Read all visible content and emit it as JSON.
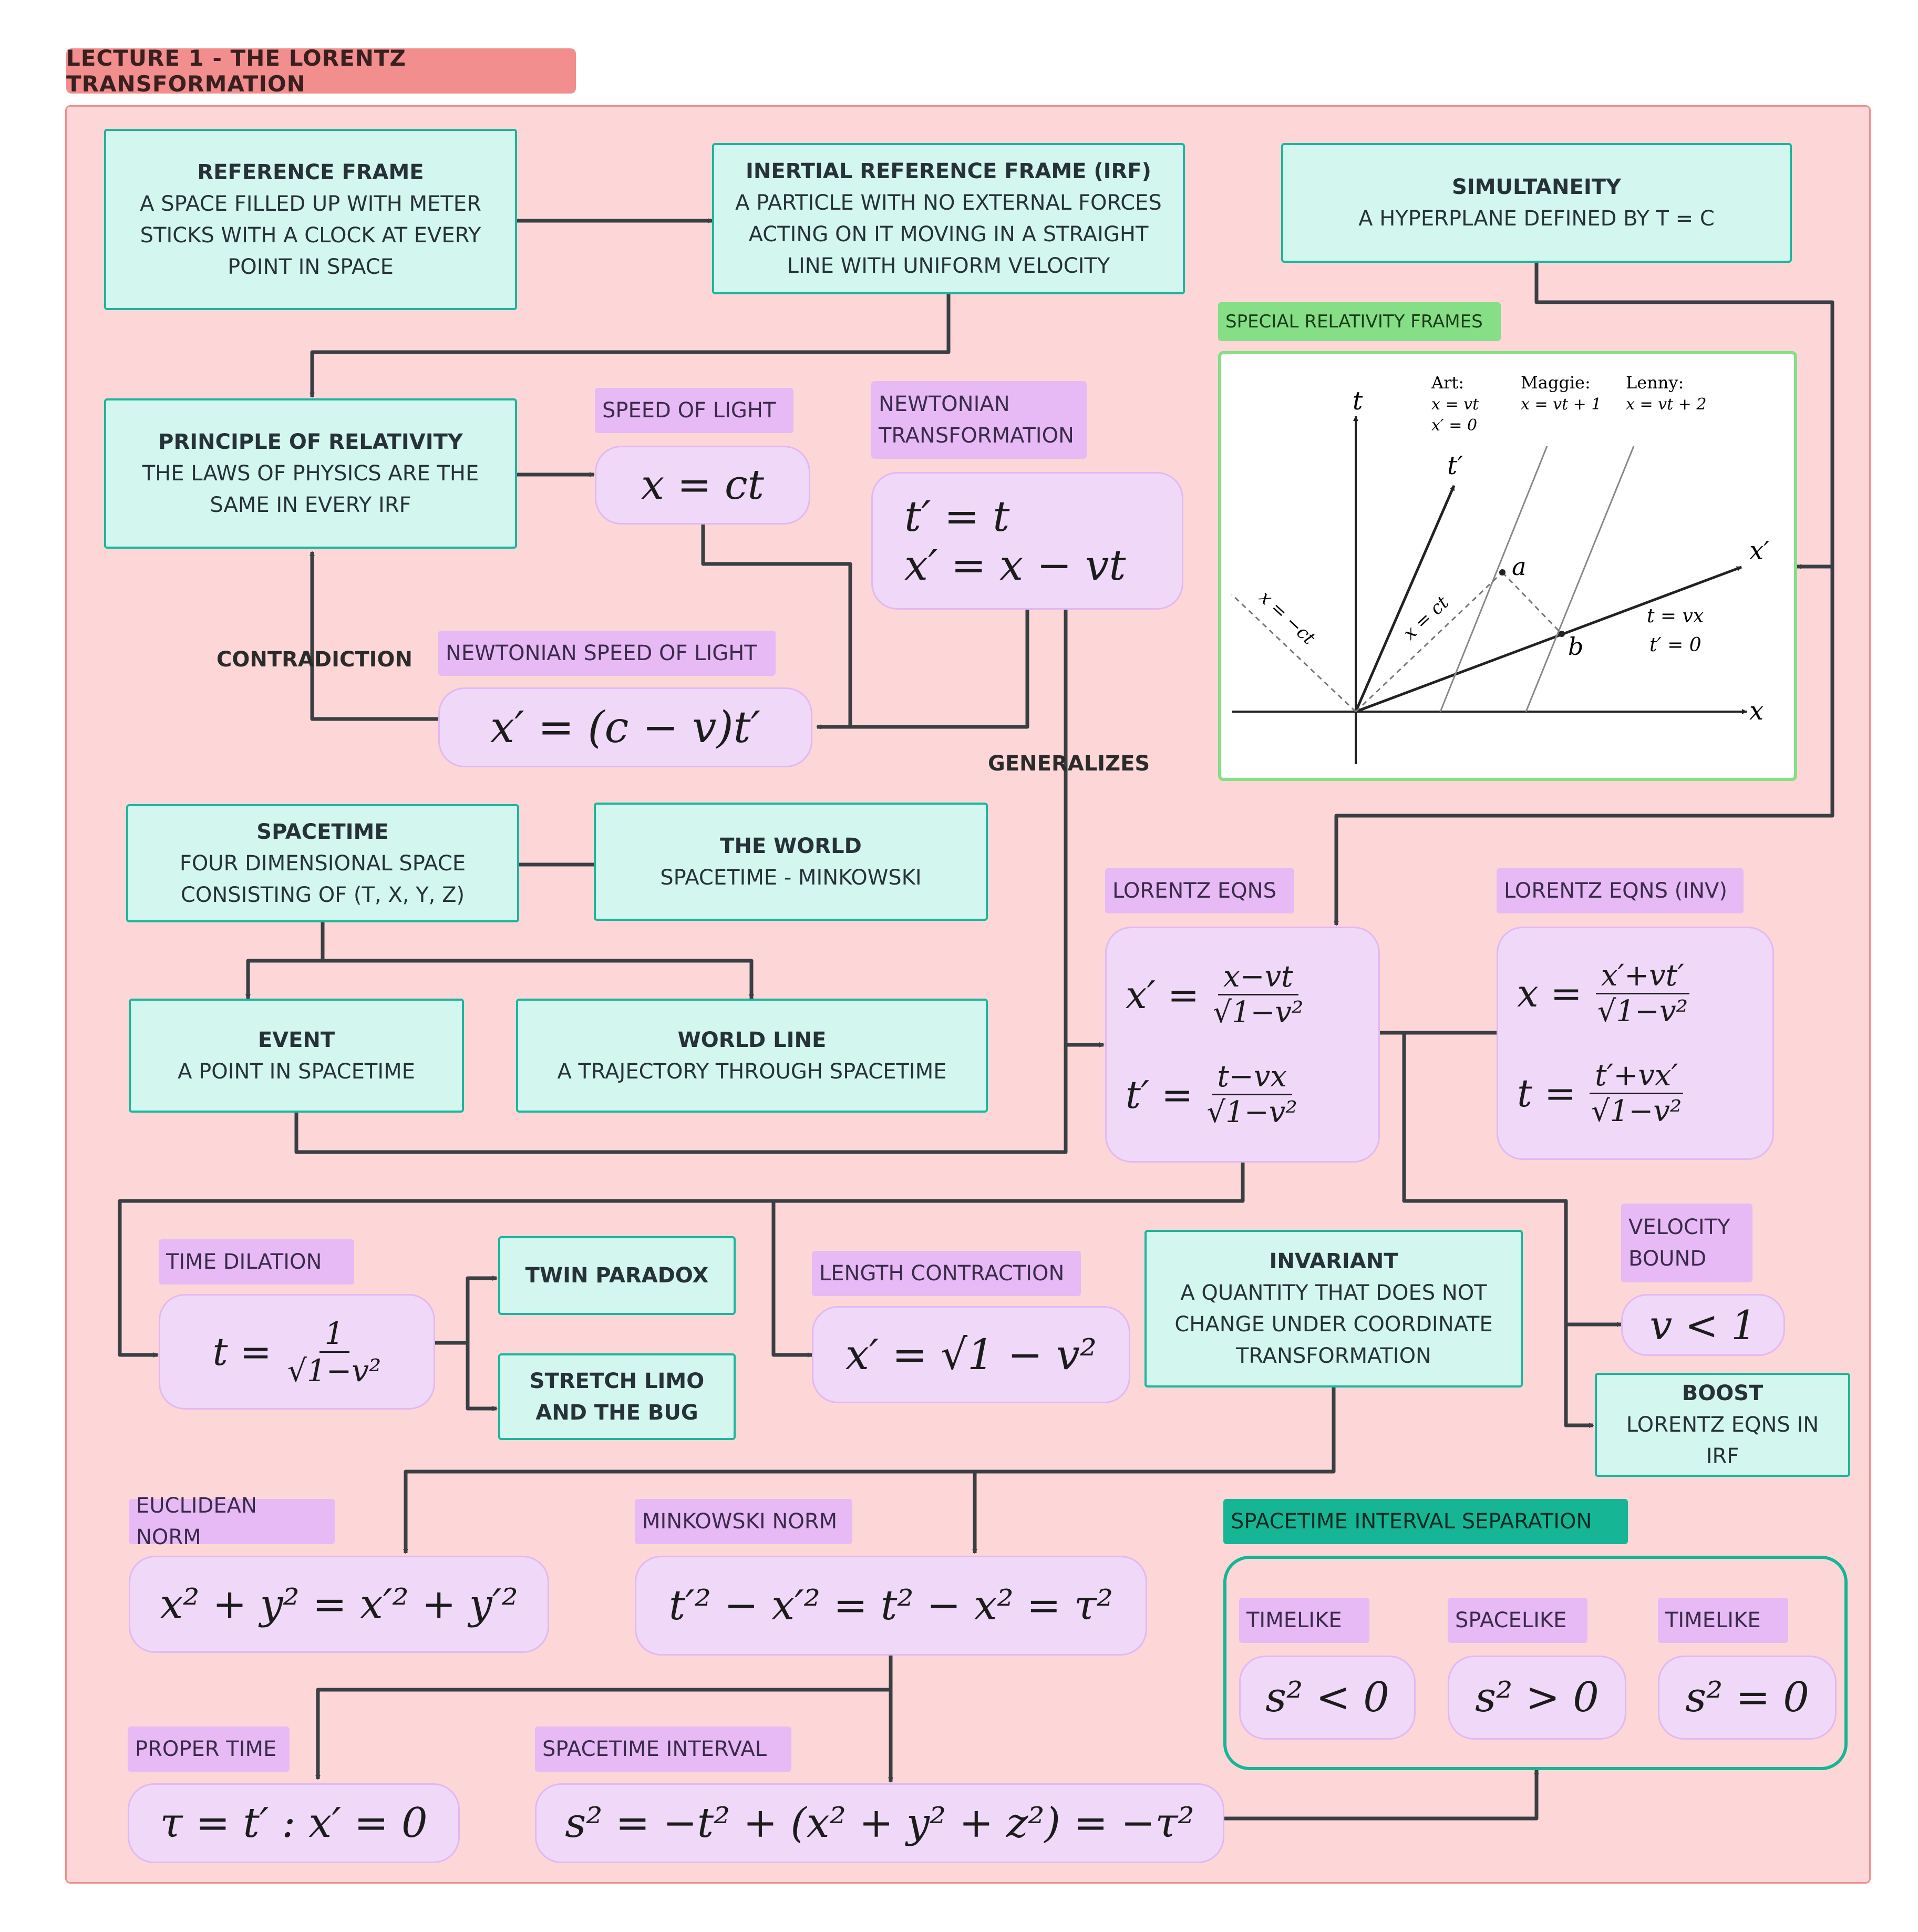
{
  "title": "LECTURE 1 - THE LORENTZ TRANSFORMATION",
  "nodes": {
    "reference_frame": {
      "heading": "REFERENCE FRAME",
      "text": "A SPACE FILLED UP WITH METER STICKS WITH A CLOCK AT EVERY POINT IN SPACE"
    },
    "irf": {
      "heading": "INERTIAL REFERENCE FRAME (IRF)",
      "text": "A PARTICLE WITH NO EXTERNAL FORCES ACTING ON IT MOVING IN A STRAIGHT LINE WITH UNIFORM VELOCITY"
    },
    "simultaneity": {
      "heading": "SIMULTANEITY",
      "text": "A HYPERPLANE DEFINED BY T = C"
    },
    "principle": {
      "heading": "PRINCIPLE OF RELATIVITY",
      "text": "THE LAWS OF PHYSICS ARE THE SAME IN EVERY IRF"
    },
    "spacetime": {
      "heading": "SPACETIME",
      "text": "FOUR DIMENSIONAL SPACE CONSISTING OF (T, X, Y, Z)"
    },
    "world": {
      "heading": "THE WORLD",
      "text": "SPACETIME - MINKOWSKI"
    },
    "event": {
      "heading": "EVENT",
      "text": "A POINT IN SPACETIME"
    },
    "world_line": {
      "heading": "WORLD LINE",
      "text": "A TRAJECTORY THROUGH SPACETIME"
    },
    "twin": {
      "heading": "TWIN PARADOX"
    },
    "limo": {
      "heading": "STRETCH LIMO AND THE BUG"
    },
    "invariant": {
      "heading": "INVARIANT",
      "text": "A QUANTITY THAT DOES NOT CHANGE UNDER COORDINATE TRANSFORMATION"
    },
    "boost": {
      "heading": "BOOST",
      "text": "LORENTZ EQNS IN IRF"
    }
  },
  "labels": {
    "speed_of_light": "SPEED OF LIGHT",
    "newtonian_transformation": "NEWTONIAN TRANSFORMATION",
    "newtonian_speed": "NEWTONIAN SPEED OF LIGHT",
    "frames": "SPECIAL RELATIVITY FRAMES",
    "lorentz": "LORENTZ EQNS",
    "lorentz_inv": "LORENTZ EQNS (INV)",
    "time_dilation": "TIME DILATION",
    "length_contraction": "LENGTH CONTRACTION",
    "velocity_bound": "VELOCITY BOUND",
    "euclidean": "EUCLIDEAN NORM",
    "minkowski": "MINKOWSKI NORM",
    "interval_sep": "SPACETIME INTERVAL SEPARATION",
    "timelike1": "TIMELIKE",
    "spacelike": "SPACELIKE",
    "timelike2": "TIMELIKE",
    "proper_time": "PROPER TIME",
    "interval": "SPACETIME INTERVAL"
  },
  "edge_labels": {
    "contradiction": "CONTRADICTION",
    "generalizes": "GENERALIZES"
  },
  "equations": {
    "x_ct": "x = ct",
    "newton_t": "t′ = t",
    "newton_x": "x′ = x − vt",
    "newton_speed": "x′ = (c − v)t′",
    "lor_x_lhs": "x′ =",
    "lor_x_num": "x−vt",
    "lor_x_den": "√1−v²",
    "lor_t_lhs": "t′ =",
    "lor_t_num": "t−vx",
    "lor_t_den": "√1−v²",
    "inv_x_lhs": "x =",
    "inv_x_num": "x′+vt′",
    "inv_x_den": "√1−v²",
    "inv_t_lhs": "t =",
    "inv_t_num": "t′+vx′",
    "inv_t_den": "√1−v²",
    "td_lhs": "t =",
    "td_num": "1",
    "td_den": "√1−v²",
    "length": "x′ = √1 − v²",
    "vbound": "v < 1",
    "euclid": "x² + y² = x′² + y′²",
    "mink": "t′² − x′² = t² − x² = τ²",
    "s_lt": "s² < 0",
    "s_gt": "s² > 0",
    "s_eq": "s² = 0",
    "proper": "τ = t′ : x′ = 0",
    "interval": "s² = −t² + (x² + y² + z²) = −τ²"
  },
  "plot": {
    "axis_t": "t",
    "axis_tp": "t′",
    "axis_x": "x",
    "axis_xp": "x′",
    "art": "Art:",
    "art_eq1": "x = vt",
    "art_eq2": "x′ = 0",
    "maggie": "Maggie:",
    "maggie_eq": "x = vt + 1",
    "lenny": "Lenny:",
    "lenny_eq": "x = vt + 2",
    "pt_a": "a",
    "pt_b": "b",
    "line_ct": "x = ct",
    "line_mct": "x = −ct",
    "xp_eq1": "t = vx",
    "xp_eq2": "t′ = 0"
  },
  "colors": {
    "canvas": "#fdd7d7",
    "teal": "#d3f6ef",
    "purple": "#efd8f8",
    "label": "#e7b9f5",
    "connector": "#3a3f44"
  }
}
